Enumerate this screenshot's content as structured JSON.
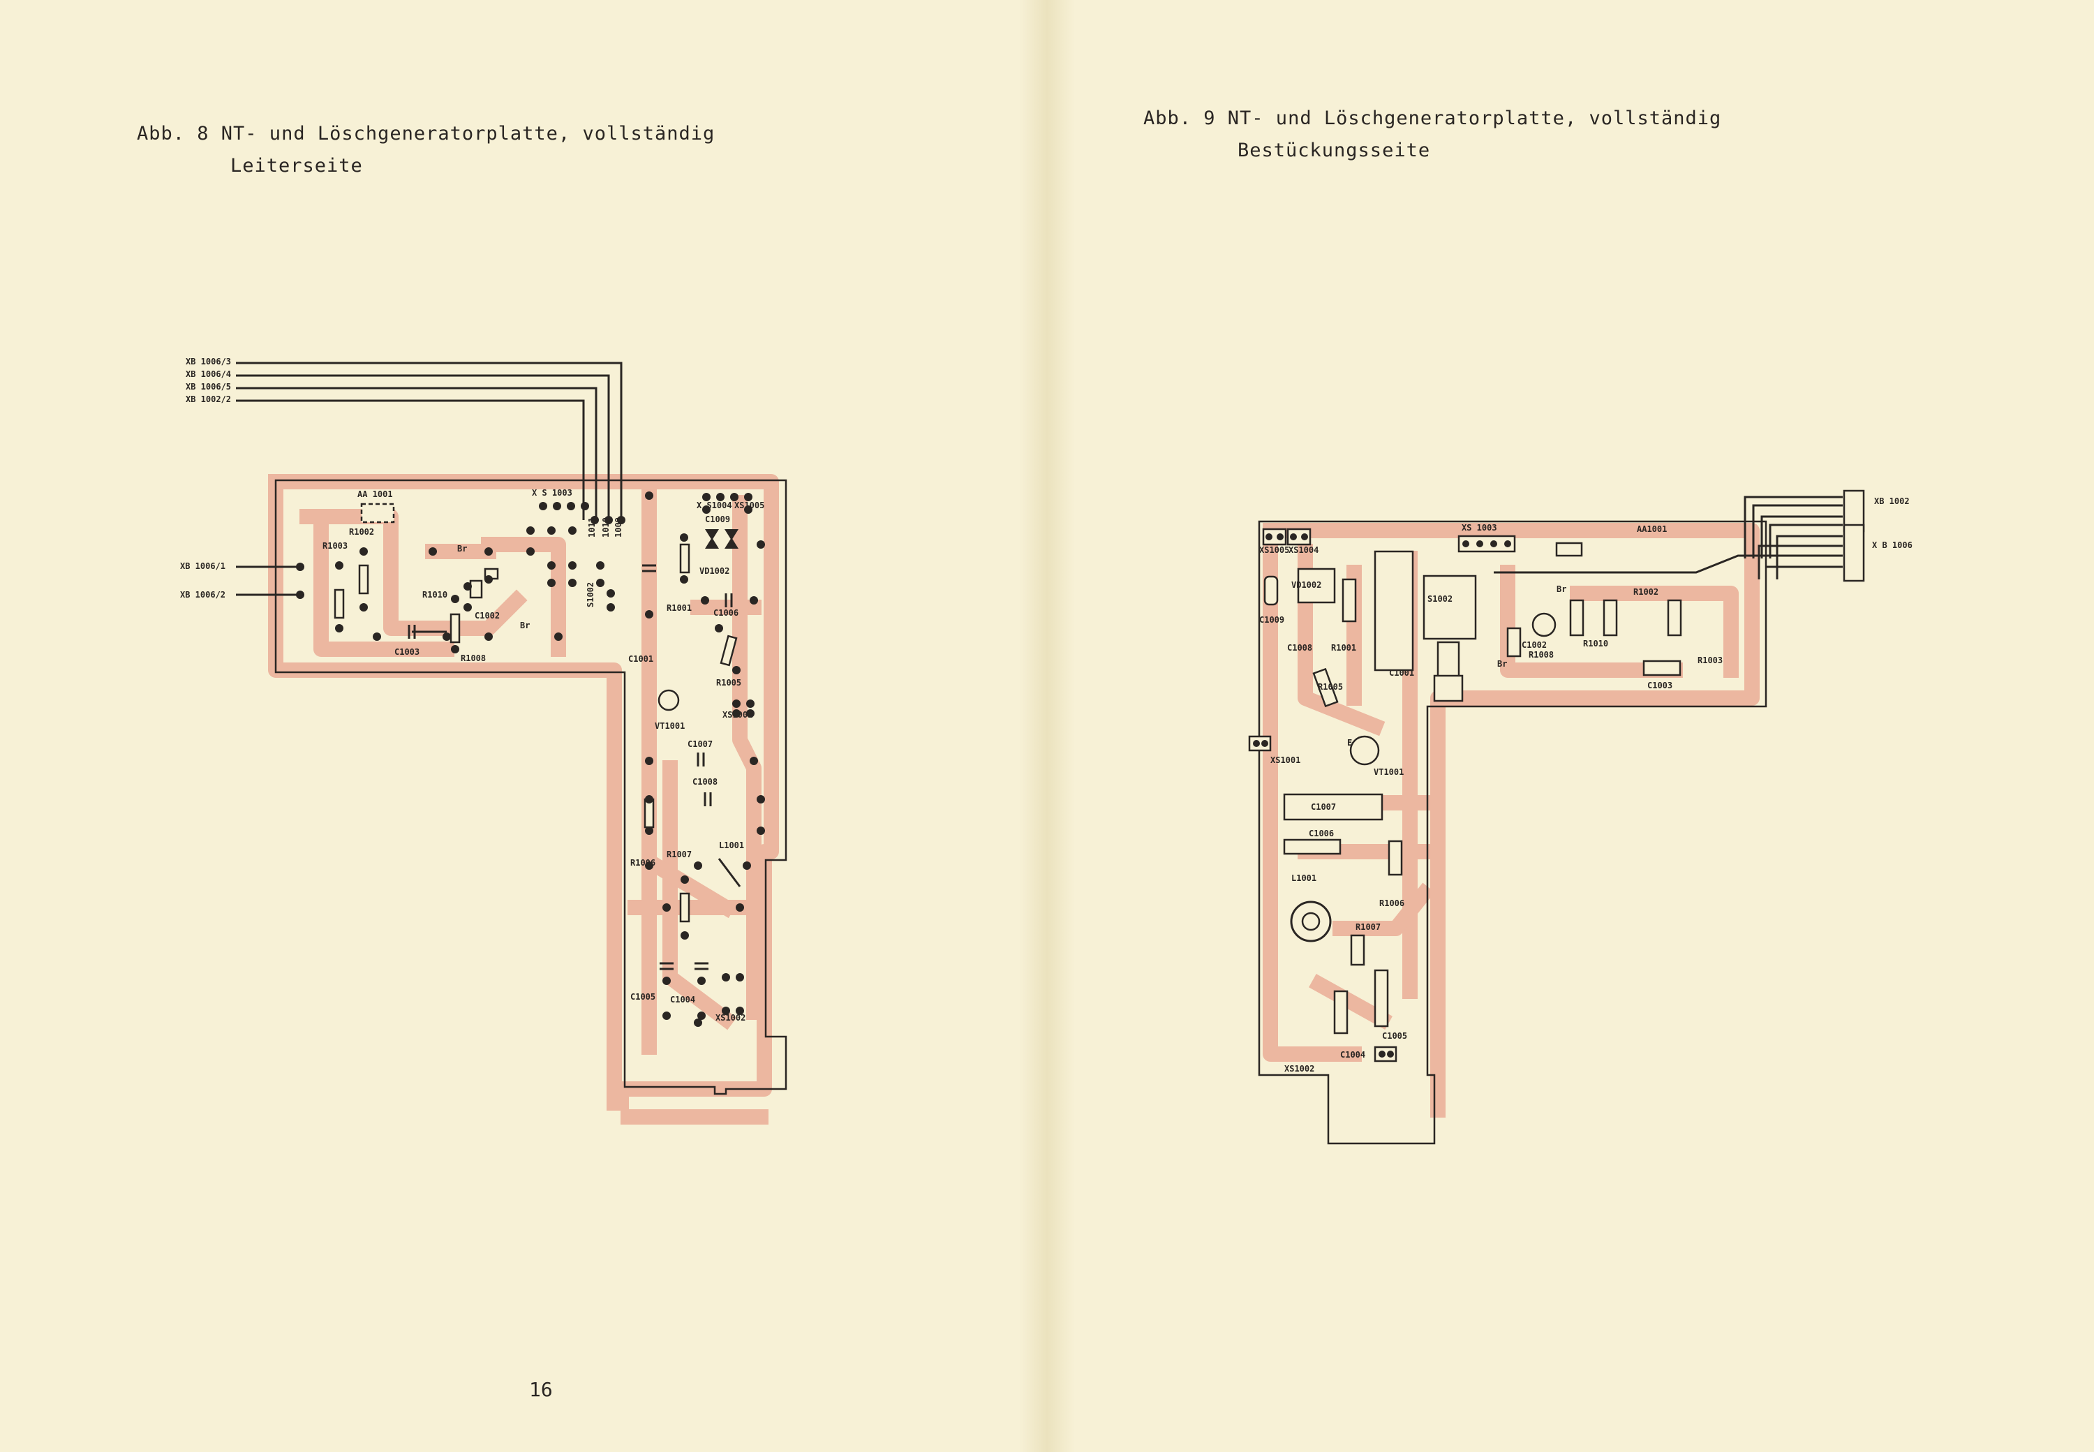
{
  "left_page": {
    "caption_line1": "Abb. 8 NT- und Löschgeneratorplatte, vollständig",
    "caption_line2": "Leiterseite",
    "page_number": "16",
    "connectors": [
      "XB 1006/3",
      "XB 1006/4",
      "XB 1006/5",
      "XB 1002/2",
      "XB 1006/1",
      "XB 1006/2"
    ],
    "labels": {
      "aa1001": "AA 1001",
      "xs1003": "X S 1003",
      "xs1004": "X S1004",
      "xs1005": "XS1005",
      "c1009": "C1009",
      "r1002": "R1002",
      "r1003": "R1003",
      "br1": "Br",
      "br2": "Br",
      "r1010": "R1010",
      "c1002": "C1002",
      "c1003": "C1003",
      "r1008": "R1008",
      "s1002": "S1002",
      "pin1011": "1011",
      "pin1010": "1010",
      "pin1009": "1009",
      "vd1002": "VD1002",
      "r1001": "R1001",
      "c1006": "C1006",
      "c1001": "C1001",
      "r1005": "R1005",
      "xs1001": "XS1001",
      "vt1001": "VT1001",
      "c1007": "C1007",
      "c1008": "C1008",
      "r1007": "R1007",
      "l1001": "L1001",
      "r1006": "R1006",
      "c1005": "C1005",
      "c1004": "C1004",
      "xs1002": "XS1002"
    }
  },
  "right_page": {
    "caption_line1": "Abb. 9 NT- und Löschgeneratorplatte, vollständig",
    "caption_line2": "Bestückungsseite",
    "connectors": [
      "XB 1002",
      "X B 1006"
    ],
    "labels": {
      "xs1005": "XS1005",
      "xs1004": "XS1004",
      "xs1003": "XS 1003",
      "aa1001": "AA1001",
      "vd1002": "VD1002",
      "c1009": "C1009",
      "c1008": "C1008",
      "r1001": "R1001",
      "s1002": "S1002",
      "c1001": "C1001",
      "br1": "Br",
      "br2": "Br",
      "r1002": "R1002",
      "c1002": "C1002",
      "r1008": "R1008",
      "r1010": "R1010",
      "r1003": "R1003",
      "c1003": "C1003",
      "r1005": "R1005",
      "xs1001": "XS1001",
      "vt1001": "VT1001",
      "e": "E",
      "c1007": "C1007",
      "c1006": "C1006",
      "l1001": "L1001",
      "r1006": "R1006",
      "r1007": "R1007",
      "c1005": "C1005",
      "c1004": "C1004",
      "xs1002": "XS1002"
    }
  }
}
